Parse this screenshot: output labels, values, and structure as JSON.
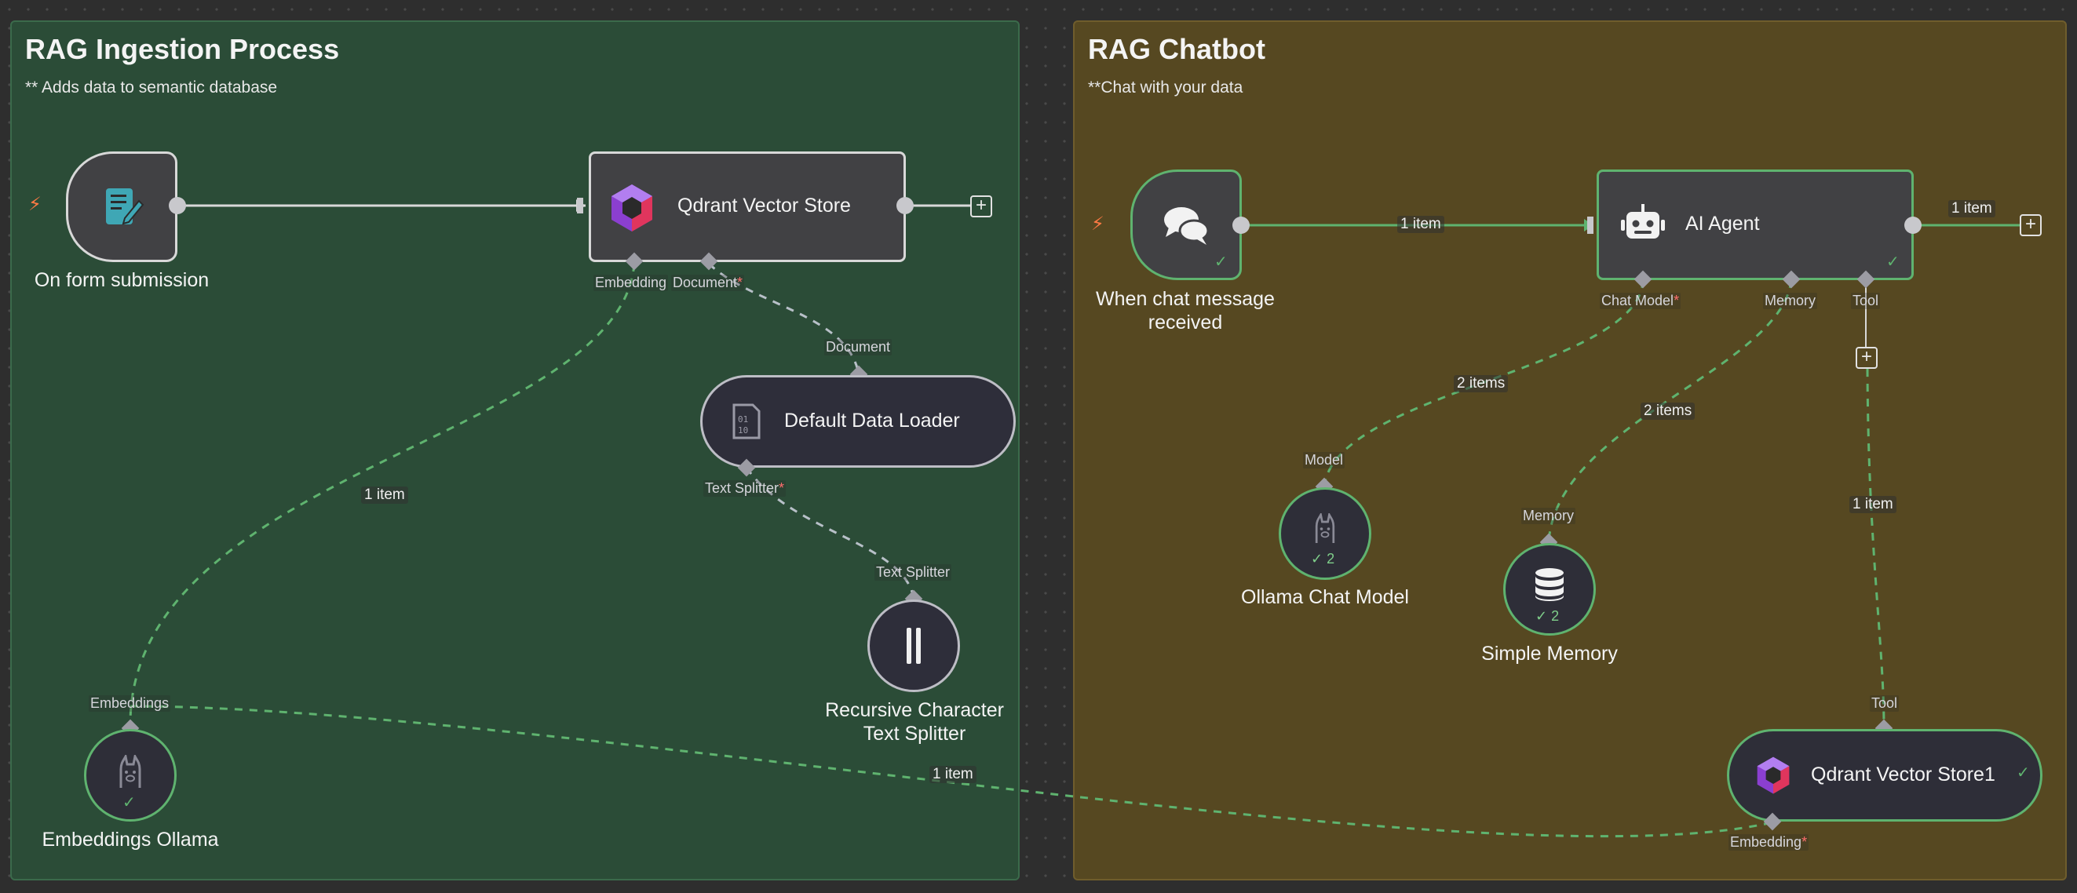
{
  "groups": {
    "ingestion": {
      "title": "RAG Ingestion Process",
      "subtitle": "** Adds data to semantic database",
      "color": "#2b4c37"
    },
    "chatbot": {
      "title": "RAG Chatbot",
      "subtitle": "**Chat with your data",
      "color": "#564821"
    }
  },
  "nodes": {
    "form_trigger": {
      "label": "On form submission",
      "icon": "form-icon"
    },
    "qdrant_store": {
      "label": "Qdrant Vector Store",
      "icon": "qdrant-icon",
      "tags": {
        "embedding": "Embedding",
        "document": "Document"
      }
    },
    "data_loader": {
      "label": "Default Data Loader",
      "icon": "file-binary-icon",
      "tags": {
        "document_in": "Document",
        "text_splitter": "Text Splitter"
      }
    },
    "text_splitter": {
      "label_line1": "Recursive Character",
      "label_line2": "Text Splitter",
      "tag": "Text Splitter",
      "icon": "splitter-icon"
    },
    "embeddings_ollama": {
      "label": "Embeddings Ollama",
      "tag": "Embeddings",
      "icon": "ollama-icon"
    },
    "chat_trigger": {
      "label_line1": "When chat message",
      "label_line2": "received",
      "icon": "chat-bubbles-icon"
    },
    "ai_agent": {
      "label": "AI Agent",
      "icon": "robot-icon",
      "tags": {
        "chat_model": "Chat Model",
        "memory": "Memory",
        "tool": "Tool"
      }
    },
    "ollama_chat": {
      "label": "Ollama Chat Model",
      "tag": "Model",
      "count": "2",
      "icon": "ollama-icon"
    },
    "simple_memory": {
      "label": "Simple Memory",
      "tag": "Memory",
      "count": "2",
      "icon": "database-icon"
    },
    "qdrant_store1": {
      "label": "Qdrant Vector Store1",
      "tags": {
        "tool": "Tool",
        "embedding": "Embedding"
      },
      "icon": "qdrant-icon"
    }
  },
  "wire_labels": {
    "embed_ingest": "1 item",
    "embed_chat": "1 item",
    "chat_to_agent": "1 item",
    "agent_out": "1 item",
    "model": "2 items",
    "memory": "2 items",
    "tool": "1 item"
  },
  "colors": {
    "accent_green": "#5fb36f",
    "required": "#ff6d6d",
    "trigger": "#ff7a45"
  }
}
